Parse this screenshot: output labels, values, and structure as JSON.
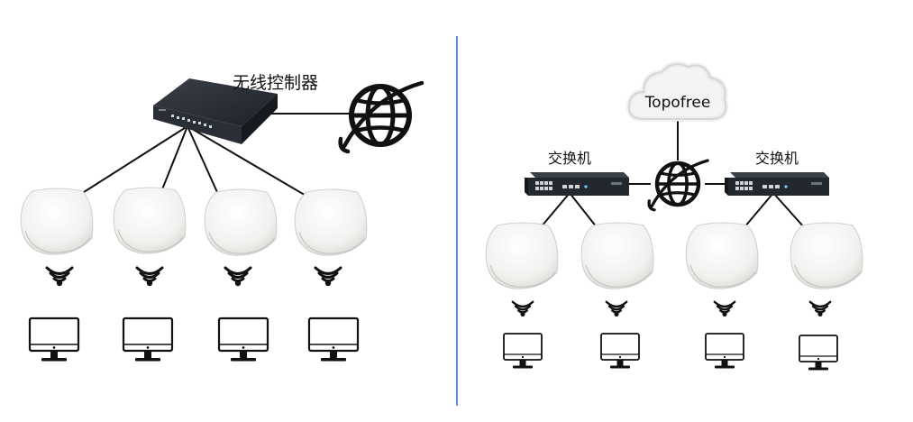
{
  "left": {
    "controller_label": "无线控制器",
    "access_points": 4,
    "clients": 4
  },
  "right": {
    "cloud_label": "Topofree",
    "switch_labels": [
      "交换机",
      "交换机"
    ],
    "access_points": 4,
    "clients": 4
  },
  "icons": {
    "globe": "globe-icon",
    "wifi": "wifi-signal-icon",
    "monitor": "monitor-icon",
    "cloud": "cloud-icon",
    "access_point": "access-point-icon",
    "switch": "network-switch-icon",
    "controller": "wireless-controller-icon"
  },
  "colors": {
    "divider": "#5b8fd6",
    "device_body": "#2a2e36",
    "ap_white": "#f3f3f1",
    "line": "#111111"
  }
}
